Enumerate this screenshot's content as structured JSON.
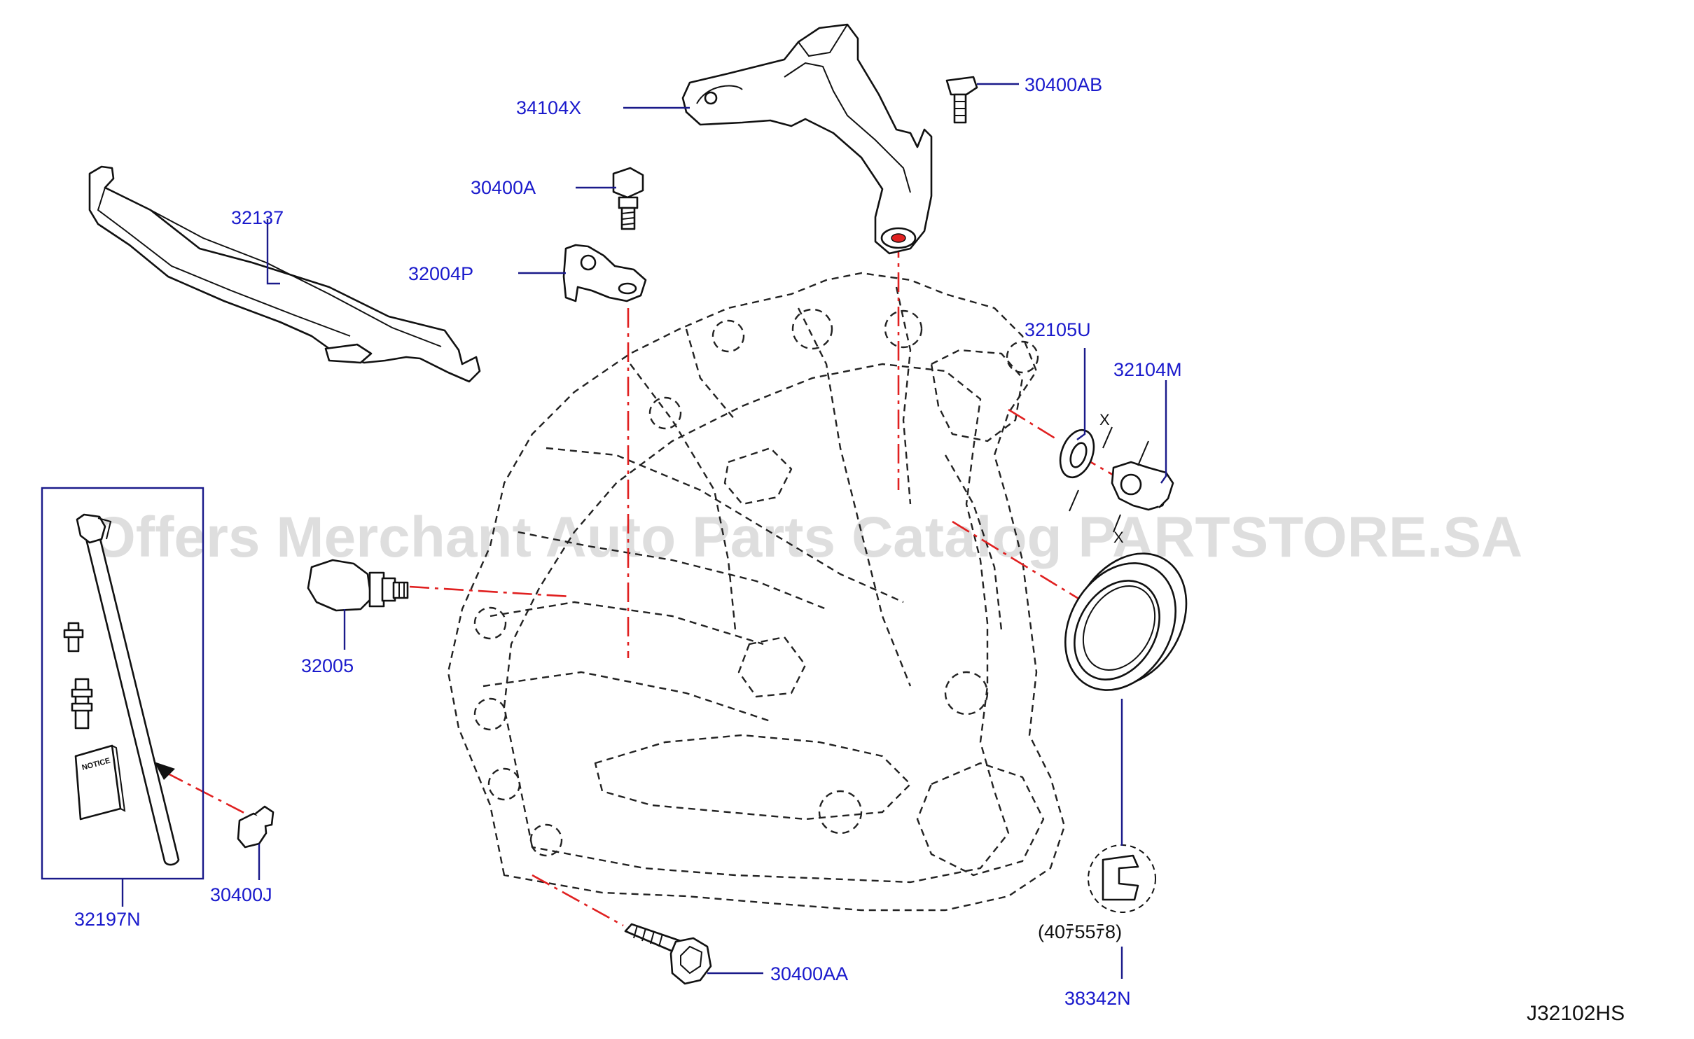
{
  "watermark": "Offers Merchant Auto Parts Catalog PARTSTORE.SA",
  "diagram_code": "J32102HS",
  "callouts": {
    "p34104X": "34104X",
    "p30400AB": "30400AB",
    "p30400A": "30400A",
    "p32137": "32137",
    "p32004P": "32004P",
    "p32105U": "32105U",
    "p32104M": "32104M",
    "p32005": "32005",
    "p32197N": "32197N",
    "p30400J": "30400J",
    "p30400AA": "30400AA",
    "p38342N": "38342N",
    "seal_size": "(40ﾃ55ﾃ8)"
  },
  "kit_notice_text": "NOTICE",
  "dimension_mark": "X",
  "colors": {
    "label": "#1a1acc",
    "leader": "#1a1a8a",
    "axis_line": "#e02020",
    "line_art": "#111111"
  }
}
